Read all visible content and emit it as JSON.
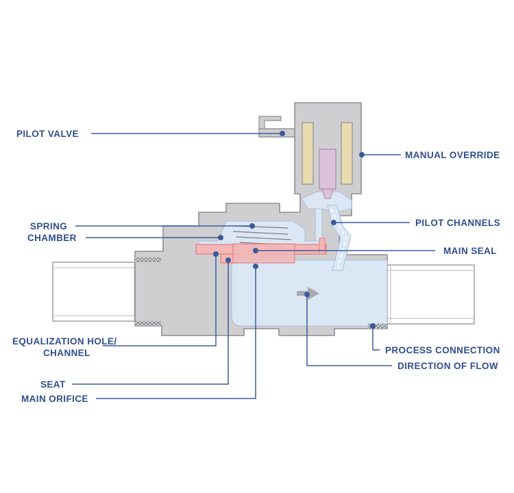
{
  "colors": {
    "label": "#2f4e8c",
    "leader": "#3a5a9a",
    "body": "#cfcfd1",
    "body_stroke": "#8e8e92",
    "fluid": "#dbe7f5",
    "seal": "#f3b7b7",
    "seal_stroke": "#e07c7c",
    "coil": "#e9dcb0",
    "plunger": "#dcc2dc",
    "arrow": "#a9a9ad"
  },
  "labels": {
    "pilot_valve": "PILOT VALVE",
    "manual_override": "MANUAL OVERRIDE",
    "spring_chamber_1": "SPRING",
    "spring_chamber_2": "CHAMBER",
    "pilot_channels": "PILOT CHANNELS",
    "main_seal": "MAIN SEAL",
    "equalization_1": "EQUALIZATION HOLE/",
    "equalization_2": "CHANNEL",
    "process_connection": "PROCESS CONNECTION",
    "direction_of_flow": "DIRECTION OF FLOW",
    "seat": "SEAT",
    "main_orifice": "MAIN ORIFICE"
  }
}
